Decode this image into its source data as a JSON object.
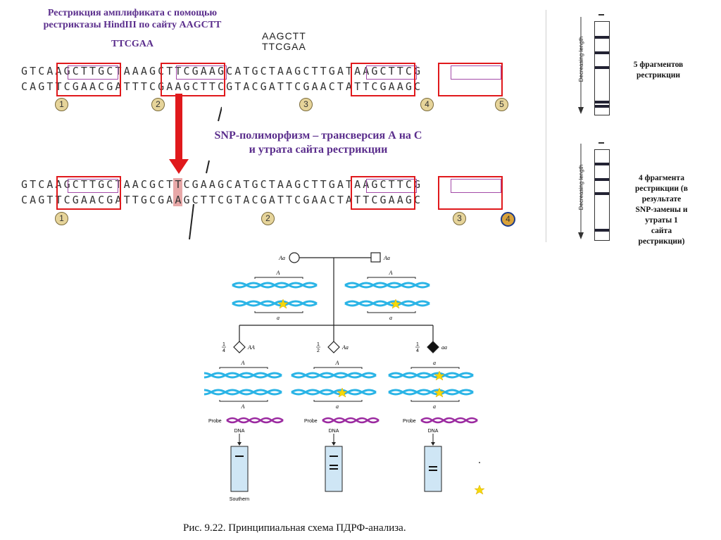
{
  "header": {
    "title_line1": "Рестрикция амплификата с помощью",
    "title_line2": "рестриктазы HindIII по сайту AAGCTT",
    "title_line3": "TTCGAA",
    "motif_top": "AAGCTT",
    "motif_bottom": "TTCGAA"
  },
  "sequence_top": {
    "strand1": "GTCAAGCTTGCTAAAGCTTCGAAGCATGCTAAGCTTGATAAGCTTCG",
    "strand2": "CAGTTCGAACGATTTCGAAGCTTCGTACGATTCGAACTATTCGAAGC",
    "sites": [
      "1",
      "2",
      "3",
      "4",
      "5"
    ]
  },
  "snp_text": {
    "line1": "SNP-полиморфизм – трансверсия А на С",
    "line2": "и утрата сайта рестрикции"
  },
  "sequence_bottom": {
    "strand1": "GTCAAGCTTGCTAACGCTTCGAAGCATGCTAAGCTTGATAAGCTTCG",
    "strand2": "CAGTTCGAACGATTGCGAAGCTTCGTACGATTCGAACTATTCGAAGC",
    "sites": [
      "1",
      "2",
      "3",
      "4"
    ]
  },
  "gel_top": {
    "axis_label": "Decreasing length",
    "bands": 5
  },
  "gel_bottom": {
    "axis_label": "Decreasing length",
    "bands": 4
  },
  "side_text_top": {
    "line1": "5 фрагментов",
    "line2": "рестрикции"
  },
  "side_text_bottom": {
    "lines": [
      "4 фрагмента",
      "рестрикции (в",
      "результате",
      "SNP-замены и",
      "утраты 1",
      "сайта",
      "рестрикции)"
    ]
  },
  "pedigree": {
    "parent1_genotype": "Aa",
    "parent2_genotype": "Aa",
    "allele_A": "A",
    "allele_a": "a",
    "children": [
      {
        "fraction_num": "1",
        "fraction_den": "4",
        "genotype": "AA"
      },
      {
        "fraction_num": "1",
        "fraction_den": "2",
        "genotype": "Aa"
      },
      {
        "fraction_num": "1",
        "fraction_den": "4",
        "genotype": "aa"
      }
    ],
    "probe_label": "Probe",
    "dna_label": "DNA",
    "southern_label": "Southern"
  },
  "caption": "Рис. 9.22. Принципиальная схема ПДРФ-анализа.",
  "colors": {
    "title": "#5a2d8c",
    "red": "#e0191c",
    "purple": "#a34aa8",
    "dna": "#2ab4e6",
    "probe": "#9b2aa0",
    "star": "#f5d90a"
  }
}
